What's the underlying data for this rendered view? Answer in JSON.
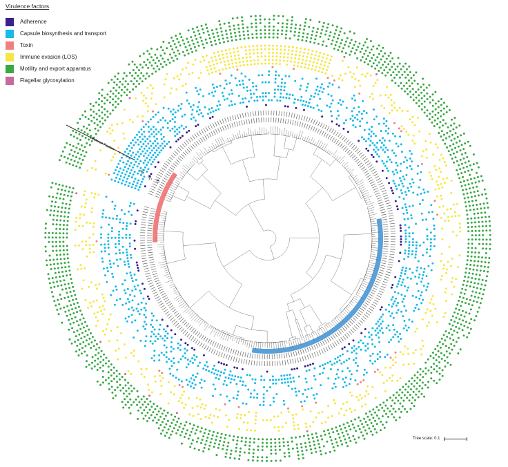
{
  "legend": {
    "title": "Virulence factors",
    "items": [
      {
        "label": "Adherence",
        "color": "#3b1f8c"
      },
      {
        "label": "Capsule biosynthesis and transport",
        "color": "#19b9e8"
      },
      {
        "label": "Toxin",
        "color": "#f08080"
      },
      {
        "label": "Immune evasion (LOS)",
        "color": "#f5e642"
      },
      {
        "label": "Motility and export apparatus",
        "color": "#39a845"
      },
      {
        "label": "Flagellar glycosylation",
        "color": "#c86a9a"
      }
    ]
  },
  "ring_labels": {
    "vf": "Virulence Factors",
    "st": "ST",
    "cc": "CC",
    "id": "ID"
  },
  "tree_scale": {
    "label": "Tree scale: 0.1"
  },
  "colors": {
    "branch": "#555555",
    "id_highlight_red": "#f08080",
    "id_highlight_blue": "#5aa0d8",
    "adherence": "#3b1f8c",
    "capsule": "#19b9e8",
    "toxin": "#f08080",
    "los": "#f5e642",
    "motility": "#39a845",
    "glyco": "#c86a9a"
  }
}
